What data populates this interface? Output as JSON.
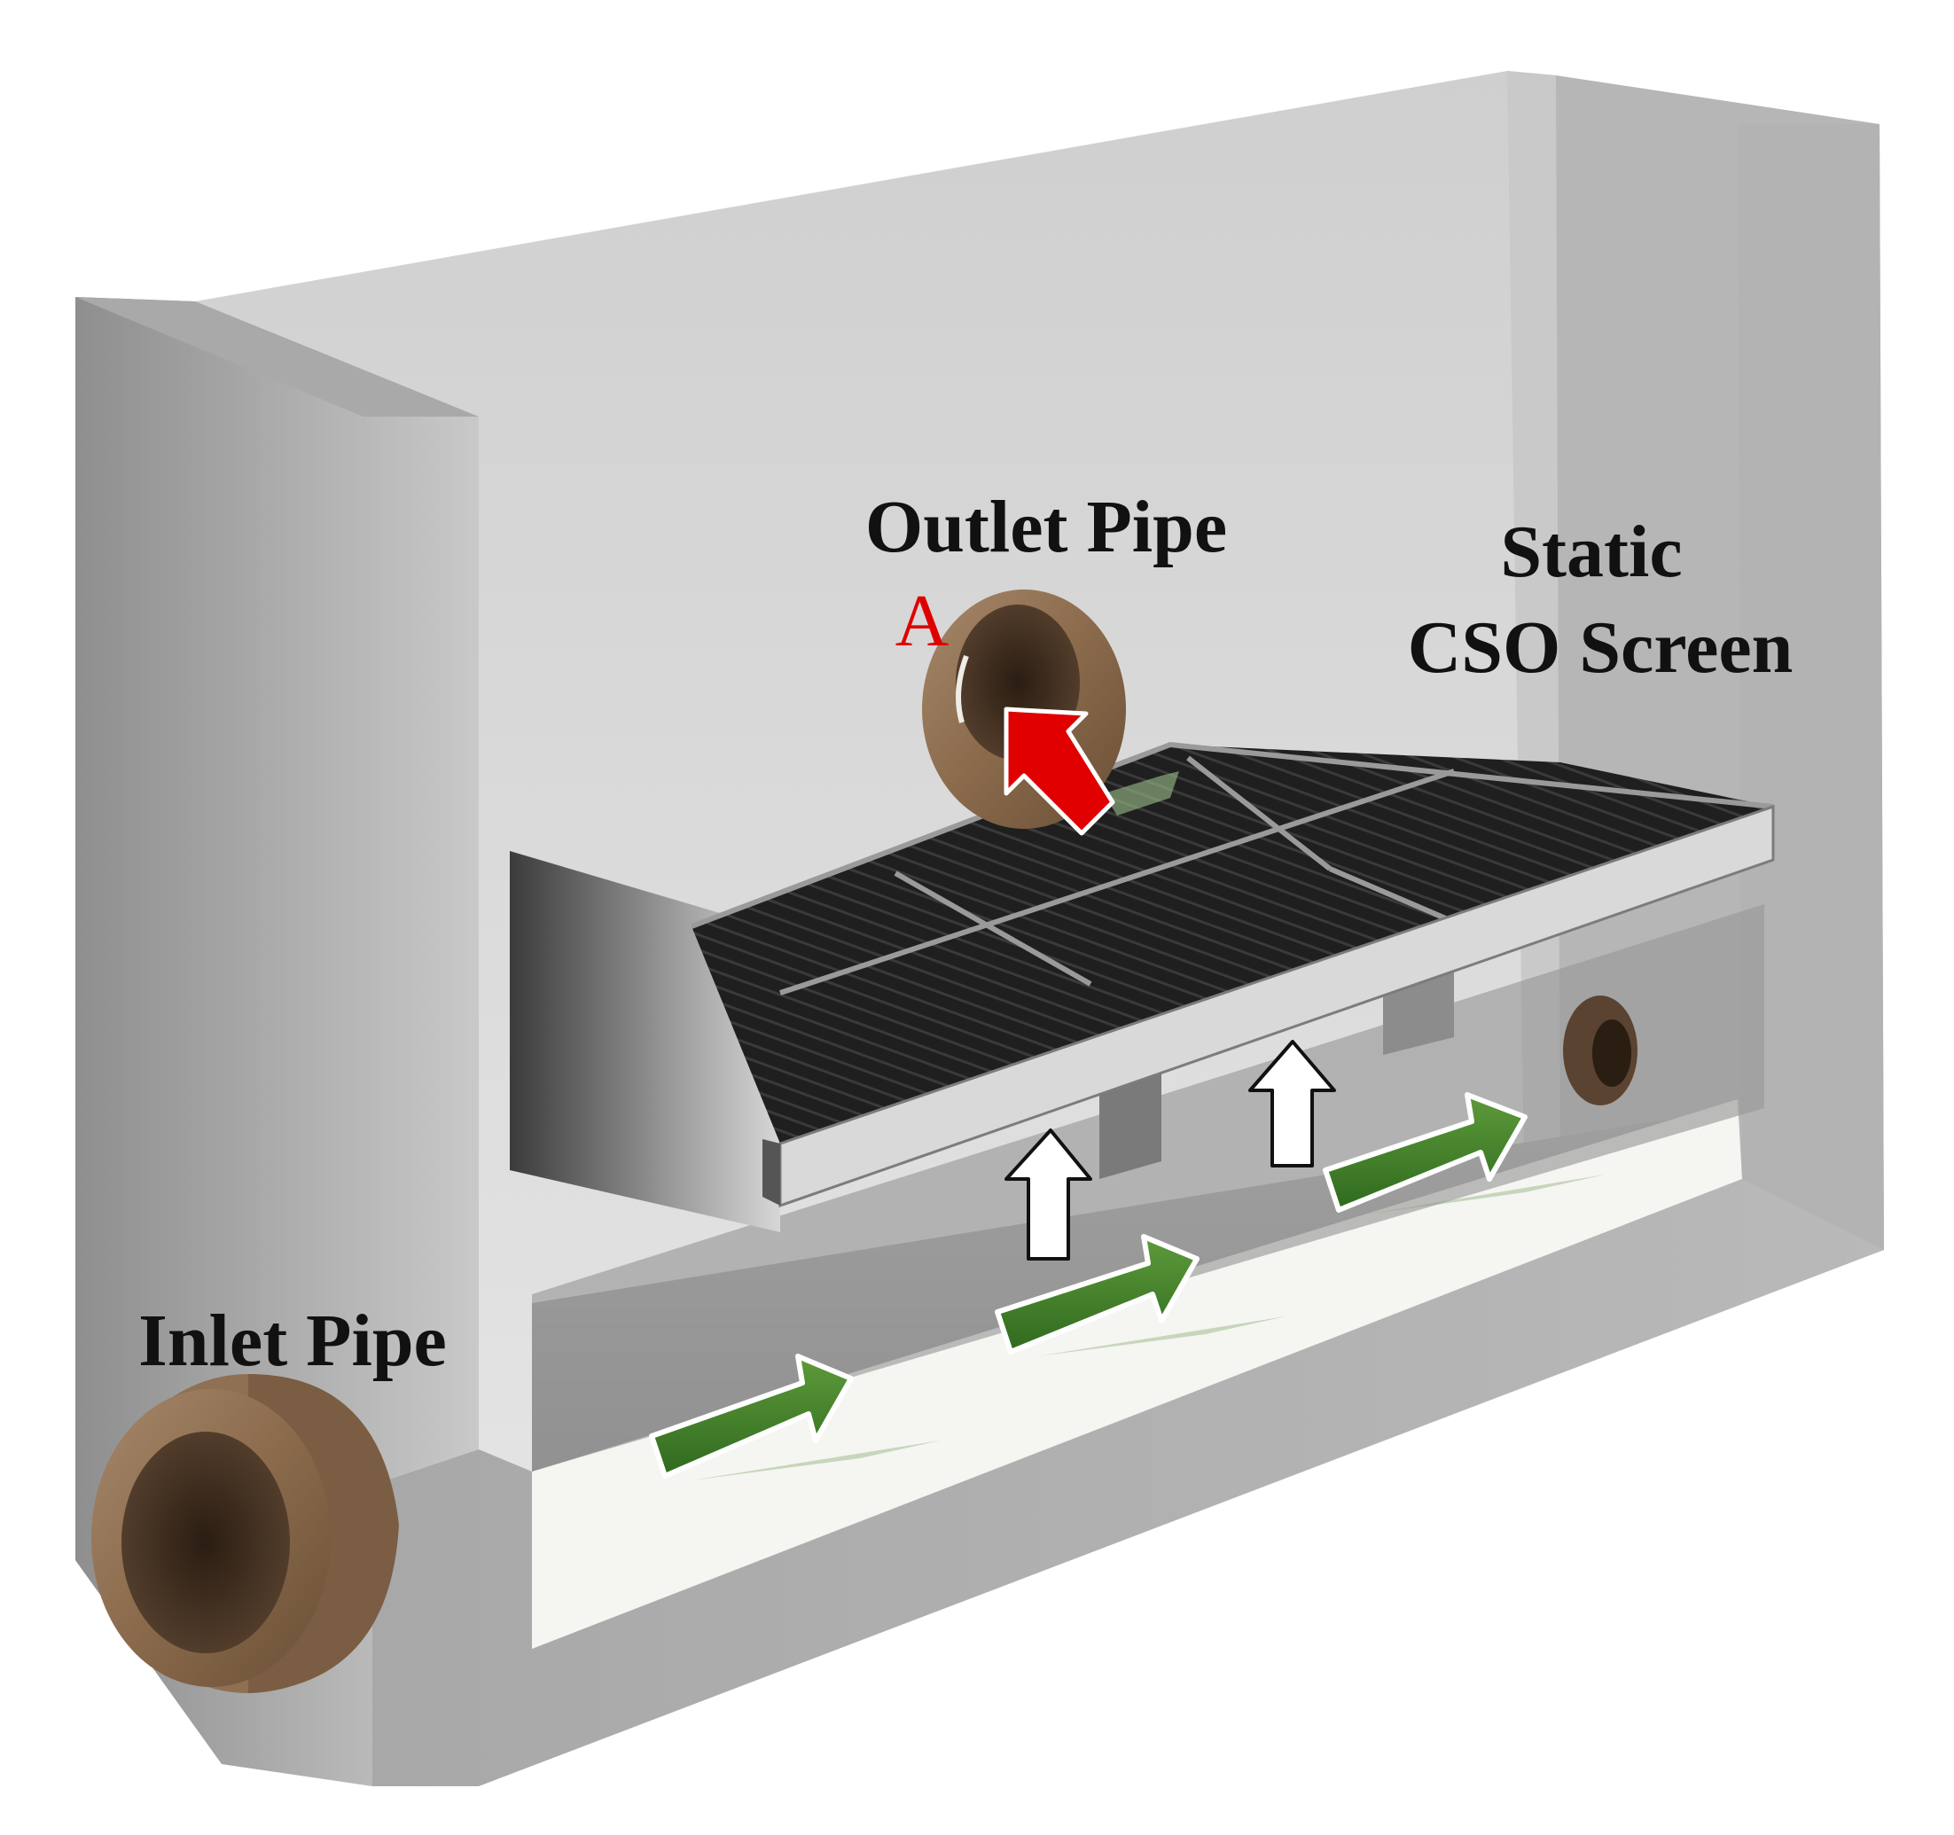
{
  "labels": {
    "outlet_pipe": "Outlet Pipe",
    "static_line1": "Static",
    "static_line2": "CSO Screen",
    "inlet_pipe": "Inlet Pipe",
    "marker_a": "A"
  },
  "colors": {
    "tank_wall": "#b9b9b9",
    "tank_back": "#d4d4d4",
    "pipe_brown": "#8a6a4b",
    "flow_arrow_green": "#3f7a2c",
    "up_arrow_white": "#ffffff",
    "outlet_arrow_red": "#e00000",
    "marker_red": "#e00000"
  },
  "icons": {
    "flow": "green-flow-arrow",
    "upflow": "white-up-arrow",
    "outlet": "red-outlet-arrow"
  }
}
